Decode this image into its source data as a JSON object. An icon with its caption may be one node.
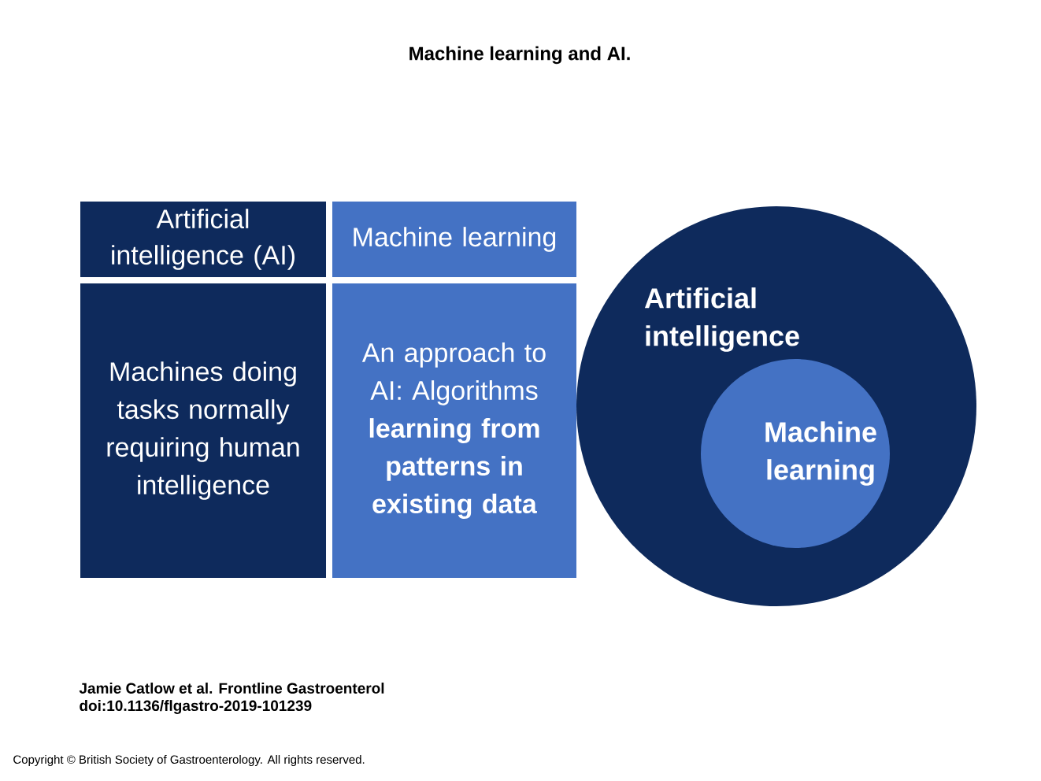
{
  "diagram": {
    "title": "Machine learning and AI.",
    "nodes": [
      {
        "text": [
          "Artificial intelligence (AI)"
        ]
      },
      {
        "text": [
          "Machine learning"
        ]
      },
      {
        "text": [
          "Machines doing tasks normally requiring human intelligence"
        ]
      },
      {
        "text": [
          "An approach to AI: Algorithms **learning from patterns in existing data**"
        ]
      },
      {
        "text": [
          "Artificial intelligence"
        ]
      },
      {
        "text": [
          "Machine learning"
        ],
        "in": 4
      }
    ],
    "edges": [],
    "labels": [
      "Jamie Catlow et al. Frontline Gastroenterol",
      "doi:10.1136/flgastro-2019-101239",
      "Copyright © British Society of Gastroenterology. All rights reserved."
    ]
  }
}
